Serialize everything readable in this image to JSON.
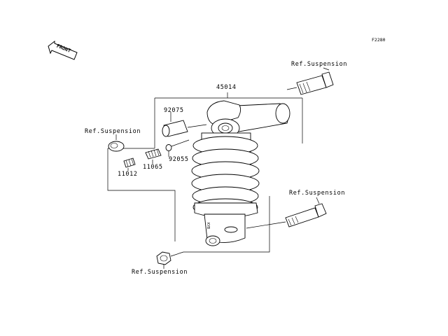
{
  "diagram": {
    "figure_code": "F2280",
    "front_marker": "FRONT",
    "labels": {
      "assembly": "45014",
      "bushing": "92075",
      "oring": "92055",
      "grease_nipple_a": "11065",
      "grease_nipple_b": "11012",
      "ref_bolt_top": "Ref.Suspension",
      "ref_collar_left": "Ref.Suspension",
      "ref_bolt_right": "Ref.Suspension",
      "ref_nut_bottom": "Ref.Suspension"
    },
    "stamp_text": "KYB"
  }
}
